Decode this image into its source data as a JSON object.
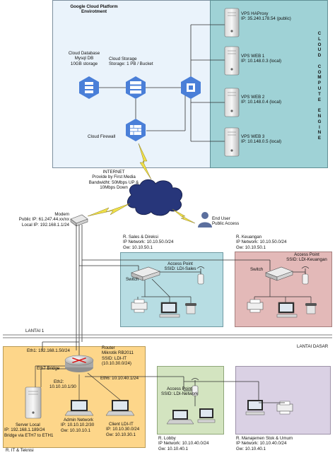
{
  "gcp": {
    "title_line1": "Google Cloud Platform",
    "title_line2": "Envirotment",
    "database": [
      "Cloud Database",
      "Mysql DB",
      "10GB storage"
    ],
    "storage": [
      "Cloud Storage",
      "Storage: 1 PB / Bucket"
    ],
    "firewall": "Cloud Firewall",
    "compute_engine_letters": [
      "C",
      "L",
      "O",
      "U",
      "D",
      "",
      "C",
      "O",
      "M",
      "P",
      "U",
      "T",
      "E",
      "",
      "E",
      "N",
      "G",
      "I",
      "N",
      "E"
    ],
    "vps": [
      {
        "name": "VPS HAProxy",
        "ip": "IP: 35.240.178.54 (public)"
      },
      {
        "name": "VPS WEB 1",
        "ip": "IP: 10.148.0.3 (local)"
      },
      {
        "name": "VPS WEB 2",
        "ip": "IP: 10.148.0.4 (local)"
      },
      {
        "name": "VPS WEB 3",
        "ip": "IP: 10.148.0.5 (local)"
      }
    ]
  },
  "internet": [
    "INTERNET",
    "Provide by First Media",
    "Bandwidht: 50Mbps UP &",
    "10Mbps Down"
  ],
  "end_user": [
    "End User",
    "Public Access"
  ],
  "modem": [
    "Modem",
    "Public IP: 61.247.44.xx/xx",
    "Local IP: 192.168.1.1/24"
  ],
  "sales": {
    "label": [
      "R. Sales & Direksi",
      "IP Network: 10.10.50.0/24",
      "Gw: 10.10.50.1"
    ],
    "ap": [
      "Access Point",
      "SSID: LDI-Sales"
    ],
    "switch": "Switch"
  },
  "keuangan": {
    "label": [
      "R. Keuangan",
      "IP Network: 10.10.50.0/24",
      "Gw: 10.10.50.1"
    ],
    "ap": [
      "Access Point",
      "SSID: LDI-Keuangan"
    ],
    "switch": "Switch"
  },
  "floors": {
    "lantai1": "LANTAI 1",
    "lantai_dasar": "LANTAI DASAR"
  },
  "router": {
    "label": [
      "Router",
      "Mikrotik RB2011",
      "SSID: LDI-IT",
      "(10.10.30.0/24)"
    ],
    "eth1": "Eth1: 192.168.1.50/24",
    "eth7": "Eth7 Bridge",
    "eth2": [
      "Eth2:",
      "10.10.10.1/30"
    ],
    "eth6": "Eth6: 10.10.40.1/24"
  },
  "server_local": [
    "Server Local",
    "IP: 192.168.1.189/24",
    "Bridge via ETH7 to ETH1"
  ],
  "admin_network": [
    "Admin Network",
    "IP: 10.10.10.2/30",
    "Gw: 10.10.10.1"
  ],
  "client_it": [
    "Client LDI-IT",
    "IP: 10.10.30.0/24",
    "Gw: 10.10.30.1"
  ],
  "room_it": "R. IT & Teknisi",
  "lobby": {
    "ap": [
      "Access Point",
      "SSID: LDI-Network"
    ],
    "label": [
      "R. Lobby",
      "IP Network: 10.10.40.0/24",
      "Gw: 10.10.40.1"
    ]
  },
  "manajemen": [
    "R. Manajemen Stok & Umum",
    "IP Network: 10.10.40.0/24",
    "Gw: 10.10.40.1"
  ],
  "colors": {
    "gcp_bg": "#eaf3fb",
    "compute_bg": "#9fd2d6",
    "sales_bg": "#b7dde3",
    "keuangan_bg": "#e3b9b8",
    "it_bg": "#fdd68a",
    "lobby_bg": "#d3e4c0",
    "manajemen_bg": "#dad1e4",
    "gcp_icon": "#4a7fd8",
    "cloud_fill": "#27367a",
    "lightning": "#f0e14a"
  }
}
